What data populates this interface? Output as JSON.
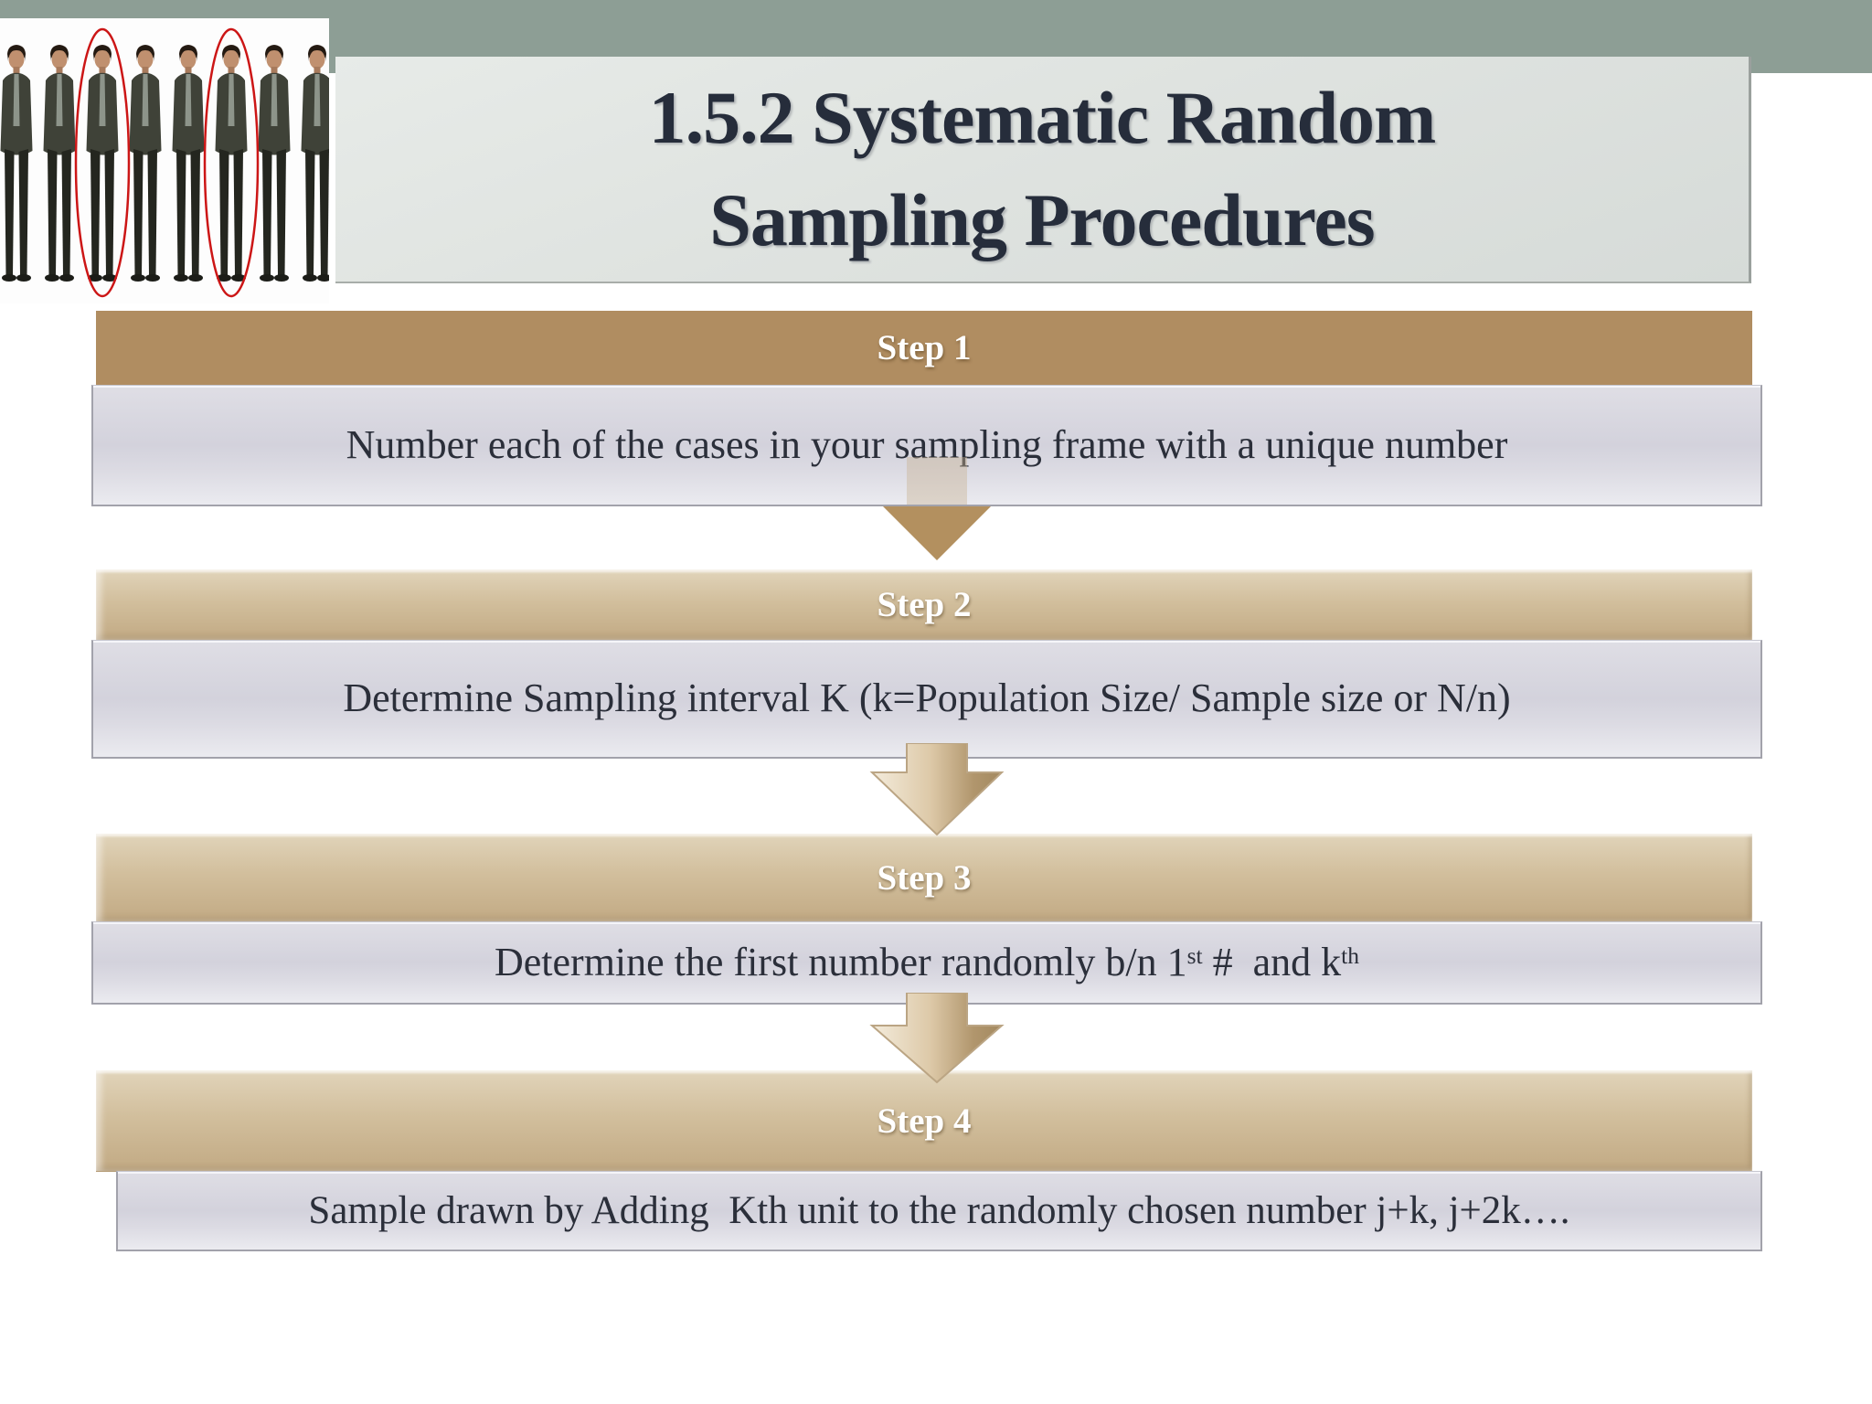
{
  "title": {
    "line1": "1.5.2 Systematic Random",
    "line2": "Sampling Procedures"
  },
  "people_row": {
    "figure_icon": "businessman-icon",
    "figure_count": 8,
    "circled_positions": [
      3,
      6
    ],
    "circle_color": "#cc1616"
  },
  "steps": [
    {
      "label": "Step 1",
      "text": "Number each of the cases in your sampling frame with a unique number"
    },
    {
      "label": "Step 2",
      "text": "Determine Sampling interval K (k=Population Size/ Sample size or N/n)"
    },
    {
      "label": "Step 3",
      "text_parts": {
        "pre": "Determine the first number randomly b/n 1",
        "sup1": "st",
        "mid": " #  and k",
        "sup2": "th"
      }
    },
    {
      "label": "Step 4",
      "text": "Sample drawn by Adding  Kth unit to the randomly chosen number j+k, j+2k…."
    }
  ],
  "colors": {
    "banner_green": "#8d9e95",
    "step1_header_tan": "#b08d61",
    "light_header_tan": "#d2bf9d",
    "body_gray": "#d8d7df",
    "arrow_tan": "#b3905f",
    "title_text": "#262d3b",
    "circle_red": "#cc1616"
  }
}
